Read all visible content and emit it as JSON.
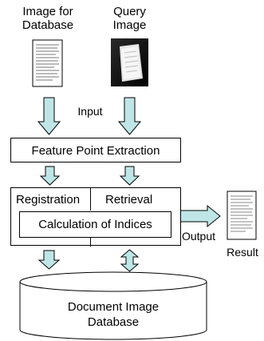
{
  "labels": {
    "image_for_database": "Image for\nDatabase",
    "query_image": "Query\nImage",
    "input": "Input",
    "output": "Output",
    "result": "Result"
  },
  "boxes": {
    "feature_point_extraction": "Feature Point Extraction",
    "registration": "Registration",
    "retrieval": "Retrieval",
    "calculation_of_indices": "Calculation of Indices"
  },
  "database": {
    "label_line1": "Document Image",
    "label_line2": "Database"
  },
  "colors": {
    "arrow_fill": "#bfe6e6",
    "stroke": "#000000"
  }
}
